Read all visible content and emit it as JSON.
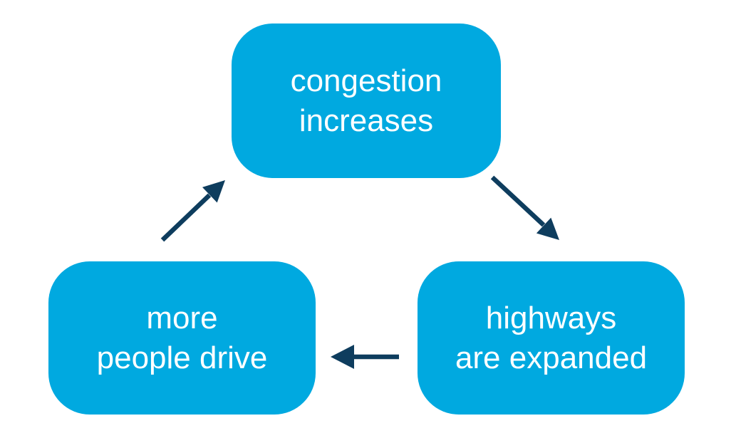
{
  "diagram": {
    "type": "cycle",
    "description": "Induced demand cycle diagram with three stages connected by clockwise arrows",
    "nodes": [
      {
        "id": "congestion-increases",
        "position": "top",
        "lines": [
          "congestion",
          "increases"
        ]
      },
      {
        "id": "highways-are-expanded",
        "position": "right",
        "lines": [
          "highways",
          "are expanded"
        ]
      },
      {
        "id": "more-people-drive",
        "position": "left",
        "lines": [
          "more",
          "people drive"
        ]
      }
    ],
    "edges": [
      {
        "from": "congestion-increases",
        "to": "highways-are-expanded"
      },
      {
        "from": "highways-are-expanded",
        "to": "more-people-drive"
      },
      {
        "from": "more-people-drive",
        "to": "congestion-increases"
      }
    ],
    "colors": {
      "node_fill": "#00a9e0",
      "node_text": "#ffffff",
      "arrow": "#0e3d5e",
      "background": "#ffffff"
    }
  }
}
